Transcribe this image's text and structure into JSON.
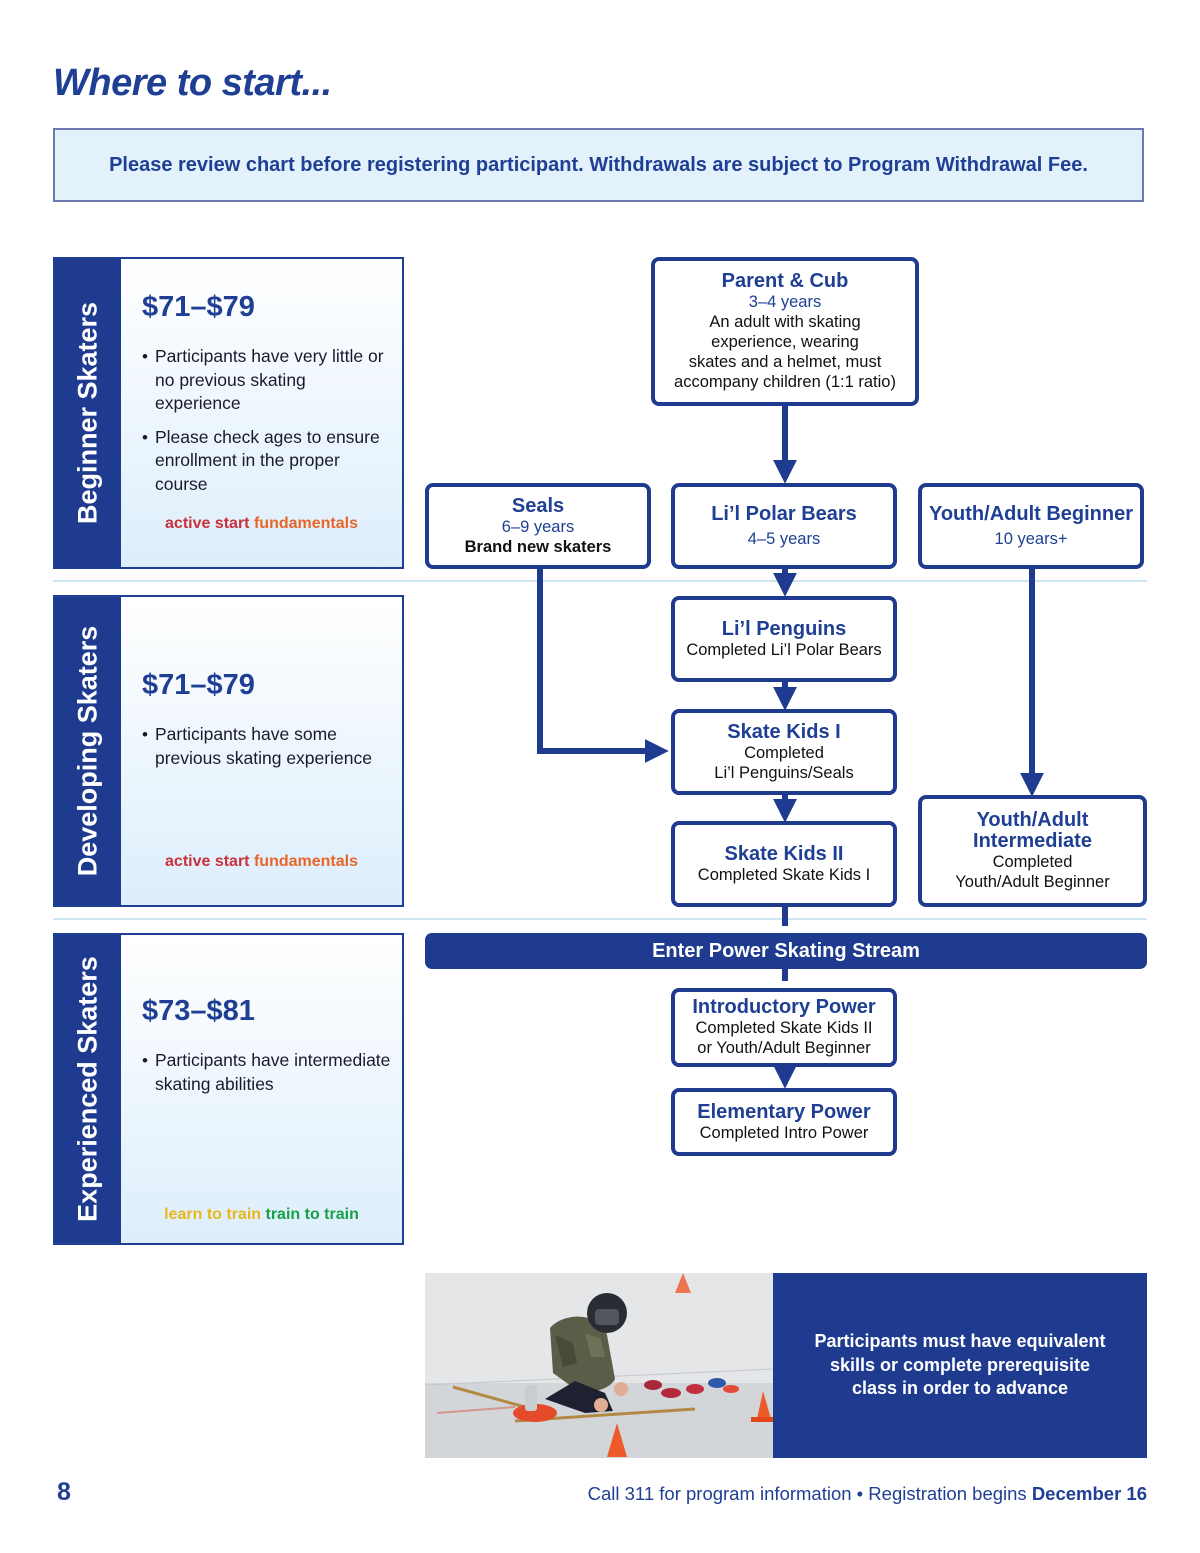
{
  "heading": "Where to start...",
  "notice": "Please review chart before registering participant. Withdrawals are subject to Program Withdrawal Fee.",
  "levels": [
    {
      "label": "Beginner Skaters",
      "price": "$71–$79",
      "bullets": [
        "Participants have very little or no previous skating experience",
        "Please check ages to ensure enrollment in the proper course"
      ],
      "ltad": [
        "active start",
        "fundamentals"
      ]
    },
    {
      "label": "Developing Skaters",
      "price": "$71–$79",
      "bullets": [
        "Participants have some previous skating experience"
      ],
      "ltad": [
        "active start",
        "fundamentals"
      ]
    },
    {
      "label": "Experienced Skaters",
      "price": "$73–$81",
      "bullets": [
        "Participants have intermediate skating abilities"
      ],
      "ltad": [
        "learn to train",
        "train to train"
      ]
    }
  ],
  "programs": {
    "parent_cub": {
      "title": "Parent & Cub",
      "ages": "3–4 years",
      "desc": [
        "An adult with skating",
        "experience, wearing",
        "skates and a helmet, must",
        "accompany children (1:1 ratio)"
      ]
    },
    "seals": {
      "title": "Seals",
      "ages": "6–9 years",
      "desc": "Brand new skaters"
    },
    "polar_bears": {
      "title": "Li’l Polar Bears",
      "ages": "4–5 years"
    },
    "youth_beginner": {
      "title": "Youth/Adult Beginner",
      "ages": "10 years+"
    },
    "penguins": {
      "title": "Li’l Penguins",
      "desc": "Completed Li’l Polar Bears"
    },
    "skate_kids_1": {
      "title": "Skate Kids I",
      "desc": [
        "Completed",
        "Li’l Penguins/Seals"
      ]
    },
    "skate_kids_2": {
      "title": "Skate Kids II",
      "desc": "Completed Skate Kids I"
    },
    "youth_intermediate": {
      "title": [
        "Youth/Adult",
        "Intermediate"
      ],
      "desc": [
        "Completed",
        "Youth/Adult Beginner"
      ]
    },
    "intro_power": {
      "title": "Introductory Power",
      "desc": [
        "Completed Skate Kids II",
        "or Youth/Adult Beginner"
      ]
    },
    "elementary_power": {
      "title": "Elementary Power",
      "desc": "Completed Intro Power"
    }
  },
  "stream_label": "Enter Power Skating Stream",
  "callout": "Participants must have equivalent skills or complete prerequisite class in order to advance",
  "footer": {
    "page_number": "8",
    "info": "Call 311 for program information • Registration begins",
    "date": "December 16"
  },
  "colors": {
    "navy": "#1f3b8f",
    "heading_blue": "#1f3f94",
    "light_blue": "#e3f1fb",
    "active_start": "#c8323c",
    "fundamentals": "#e7672a",
    "learn_to_train": "#e9b61e",
    "train_to_train": "#18a04a"
  }
}
